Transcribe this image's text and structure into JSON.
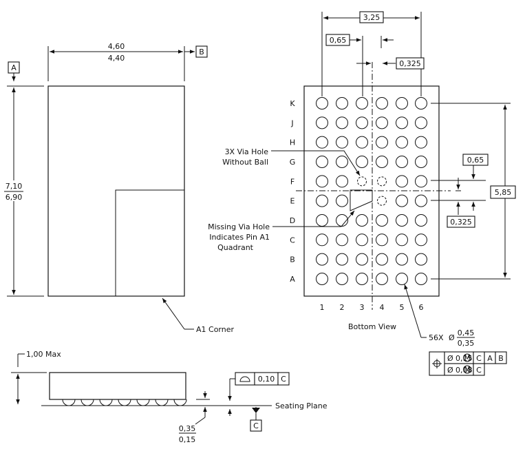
{
  "top_view": {
    "datum_a": "A",
    "datum_b": "B",
    "width_max": "4,60",
    "width_min": "4,40",
    "height_max": "7,10",
    "height_min": "6,90",
    "a1_corner_label": "A1 Corner"
  },
  "bottom_view": {
    "title": "Bottom View",
    "pitch_x_span": "3,25",
    "pitch_x": "0,65",
    "offset_x": "0,325",
    "pitch_y": "0,65",
    "offset_y": "0,325",
    "pitch_y_span": "5,85",
    "via_hole_note_line1": "3X Via Hole",
    "via_hole_note_line2": "Without Ball",
    "missing_via_line1": "Missing Via Hole",
    "missing_via_line2": "Indicates Pin A1",
    "missing_via_line3": "Quadrant",
    "rows": [
      "K",
      "J",
      "H",
      "G",
      "F",
      "E",
      "D",
      "C",
      "B",
      "A"
    ],
    "cols": [
      "1",
      "2",
      "3",
      "4",
      "5",
      "6"
    ],
    "ball_count": "56X",
    "ball_dia_symbol": "Ø",
    "ball_dia_max": "0,45",
    "ball_dia_min": "0,35"
  },
  "tolerance_frame": {
    "row1": {
      "dia": "Ø",
      "value": "0,15",
      "mod": "M",
      "ref1": "C",
      "ref2": "A",
      "ref3": "B"
    },
    "row2": {
      "dia": "Ø",
      "value": "0,08",
      "mod": "M",
      "ref1": "C"
    }
  },
  "side_view": {
    "height_label": "1,00 Max",
    "flatness_value": "0,10",
    "flatness_ref": "C",
    "seating_plane_label": "Seating Plane",
    "datum_c": "C",
    "standoff_max": "0,35",
    "standoff_min": "0,15"
  }
}
